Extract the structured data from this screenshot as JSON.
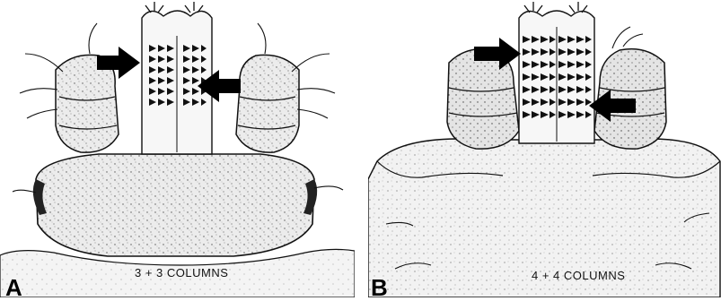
{
  "figure": {
    "panels": [
      {
        "letter": "A",
        "caption": "3 + 3 COLUMNS"
      },
      {
        "letter": "B",
        "caption": "4 + 4 COLUMNS"
      }
    ],
    "colors": {
      "ink": "#111111",
      "stipple_fill": "#e9e9e9",
      "arrow": "#000000",
      "background": "#ffffff"
    },
    "icons": [
      "arrow-right-icon",
      "arrow-left-icon"
    ]
  }
}
